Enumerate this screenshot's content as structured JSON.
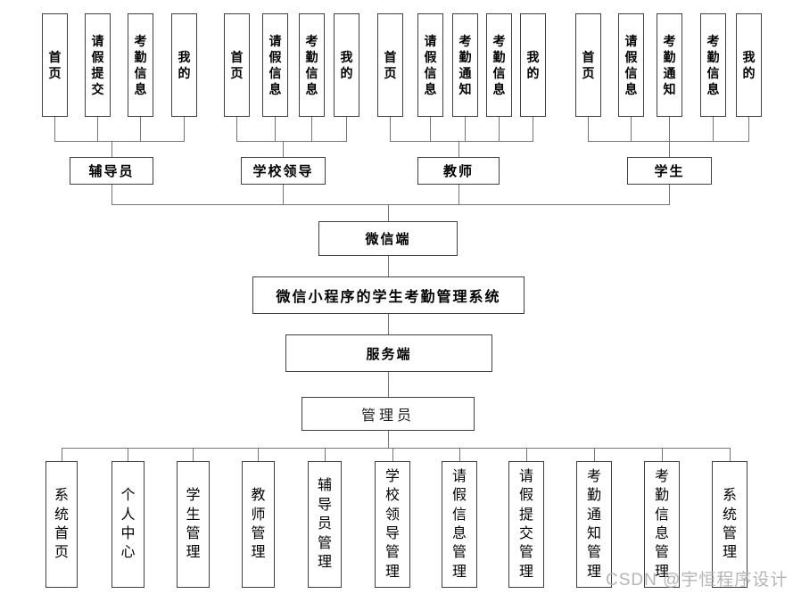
{
  "diagram": {
    "system_title": "微信小程序的学生考勤管理系统",
    "watermark": "CSDN @宇恒程序设计",
    "colors": {
      "line": "#757575",
      "border": "#3f3f3f",
      "text": "#000000",
      "watermark": "#b5b5b5"
    },
    "wechat_groups": [
      {
        "role": "辅导员",
        "items": [
          "首页",
          "请假提交",
          "考勤信息",
          "我的"
        ]
      },
      {
        "role": "学校领导",
        "items": [
          "首页",
          "请假信息",
          "考勤信息",
          "我的"
        ]
      },
      {
        "role": "教师",
        "items": [
          "首页",
          "请假信息",
          "考勤通知",
          "考勤信息",
          "我的"
        ]
      },
      {
        "role": "学生",
        "items": [
          "首页",
          "请假信息",
          "考勤通知",
          "考勤信息",
          "我的"
        ]
      }
    ],
    "chain": {
      "wechat_client": "微信端",
      "server_side": "服务端",
      "admin": "管理员"
    },
    "admin_modules": [
      "系统首页",
      "个人中心",
      "学生管理",
      "教师管理",
      "辅导员管理",
      "学校领导管理",
      "请假信息管理",
      "请假提交管理",
      "考勤通知管理",
      "考勤信息管理",
      "系统管理"
    ]
  }
}
